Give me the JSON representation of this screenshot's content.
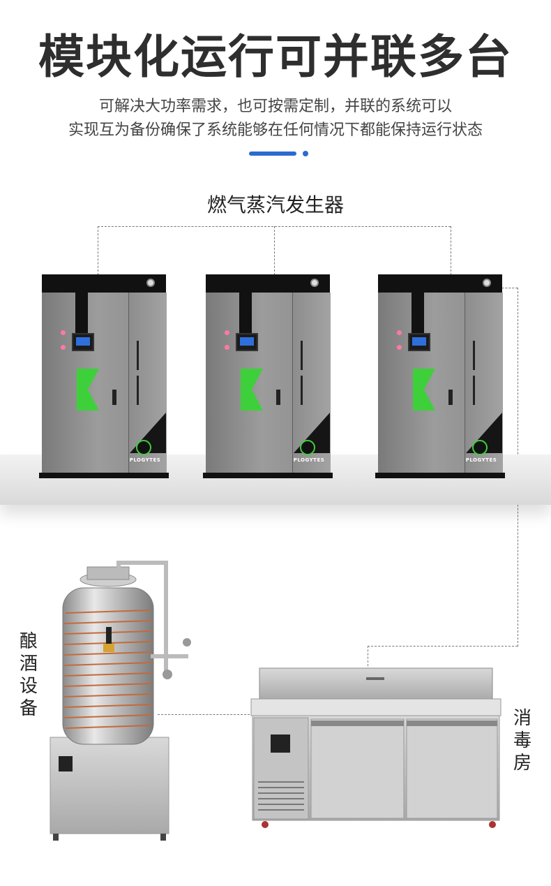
{
  "header": {
    "title": "模块化运行可并联多台",
    "subtitle_lines": [
      "可解决大功率需求，也可按需定制，并联的系统可以",
      "实现互为备份确保了系统能够在任何情况下都能保持运行状态"
    ]
  },
  "generators": {
    "label": "燃气蒸汽发生器",
    "brand": "PLOGYTES"
  },
  "labels": {
    "brewing_equipment_chars": [
      "酿",
      "酒",
      "设",
      "备"
    ],
    "disinfection_room_chars": [
      "消",
      "毒",
      "房"
    ]
  },
  "colors": {
    "accent": "#2a6bd0",
    "green_panel": "#3ed03a",
    "title": "#2e2e2e"
  },
  "icons": [
    "pressure-gauge-icon",
    "control-screen-icon",
    "brand-logo-icon"
  ]
}
